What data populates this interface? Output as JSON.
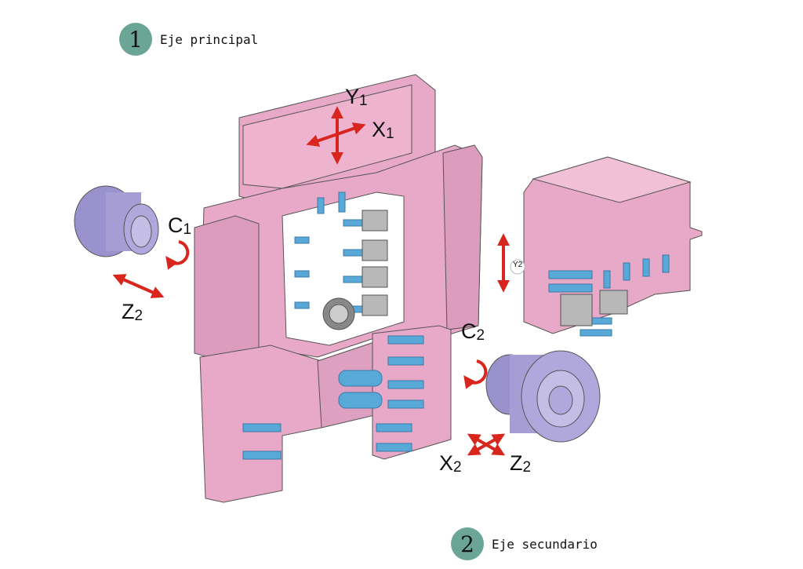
{
  "legend": [
    {
      "number": "1",
      "label": "Eje principal"
    },
    {
      "number": "2",
      "label": "Eje secundario"
    }
  ],
  "axes": {
    "y1": {
      "letter": "Y",
      "sub": "1"
    },
    "x1": {
      "letter": "X",
      "sub": "1"
    },
    "c1": {
      "letter": "C",
      "sub": "1"
    },
    "z2_left": {
      "letter": "Z",
      "sub": "2"
    },
    "y2": {
      "letter": "Y",
      "sub": "2"
    },
    "c2": {
      "letter": "C",
      "sub": "2"
    },
    "x2": {
      "letter": "X",
      "sub": "2"
    },
    "z2_right": {
      "letter": "Z",
      "sub": "2"
    }
  },
  "colors": {
    "machine": "#e8a8c8",
    "machine_dark": "#cf8aae",
    "spindle": "#9a92cc",
    "tool": "#58a8d8",
    "arrow": "#d8261e",
    "badge": "#6aa595"
  }
}
